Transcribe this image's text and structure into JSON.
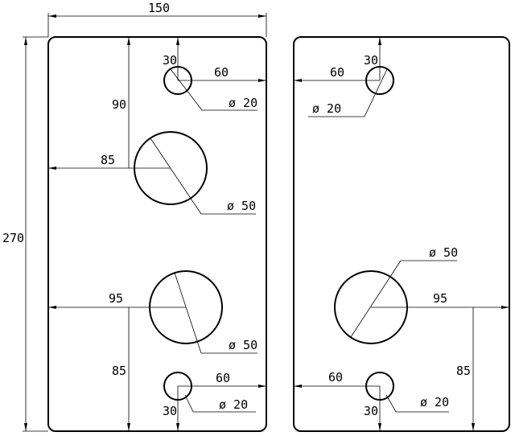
{
  "overall_width": "150",
  "overall_height": "270",
  "left_part": {
    "top_hole": {
      "vertical_offset": "30",
      "horizontal_offset": "60",
      "diameter": "ø 20"
    },
    "upper_big_hole": {
      "vertical_offset": "90",
      "horizontal_offset": "85",
      "diameter": "ø 50"
    },
    "lower_big_hole": {
      "horizontal_offset": "95",
      "vertical_offset": "85",
      "diameter": "ø 50"
    },
    "bottom_hole": {
      "horizontal_offset": "60",
      "vertical_offset": "30",
      "diameter": "ø 20"
    }
  },
  "right_part": {
    "top_hole": {
      "vertical_offset": "30",
      "horizontal_offset": "60",
      "diameter": "ø 20"
    },
    "big_hole": {
      "diameter": "ø 50",
      "horizontal_offset": "95",
      "vertical_offset": "85"
    },
    "bottom_hole": {
      "horizontal_offset": "60",
      "vertical_offset": "30",
      "diameter": "ø 20"
    }
  }
}
